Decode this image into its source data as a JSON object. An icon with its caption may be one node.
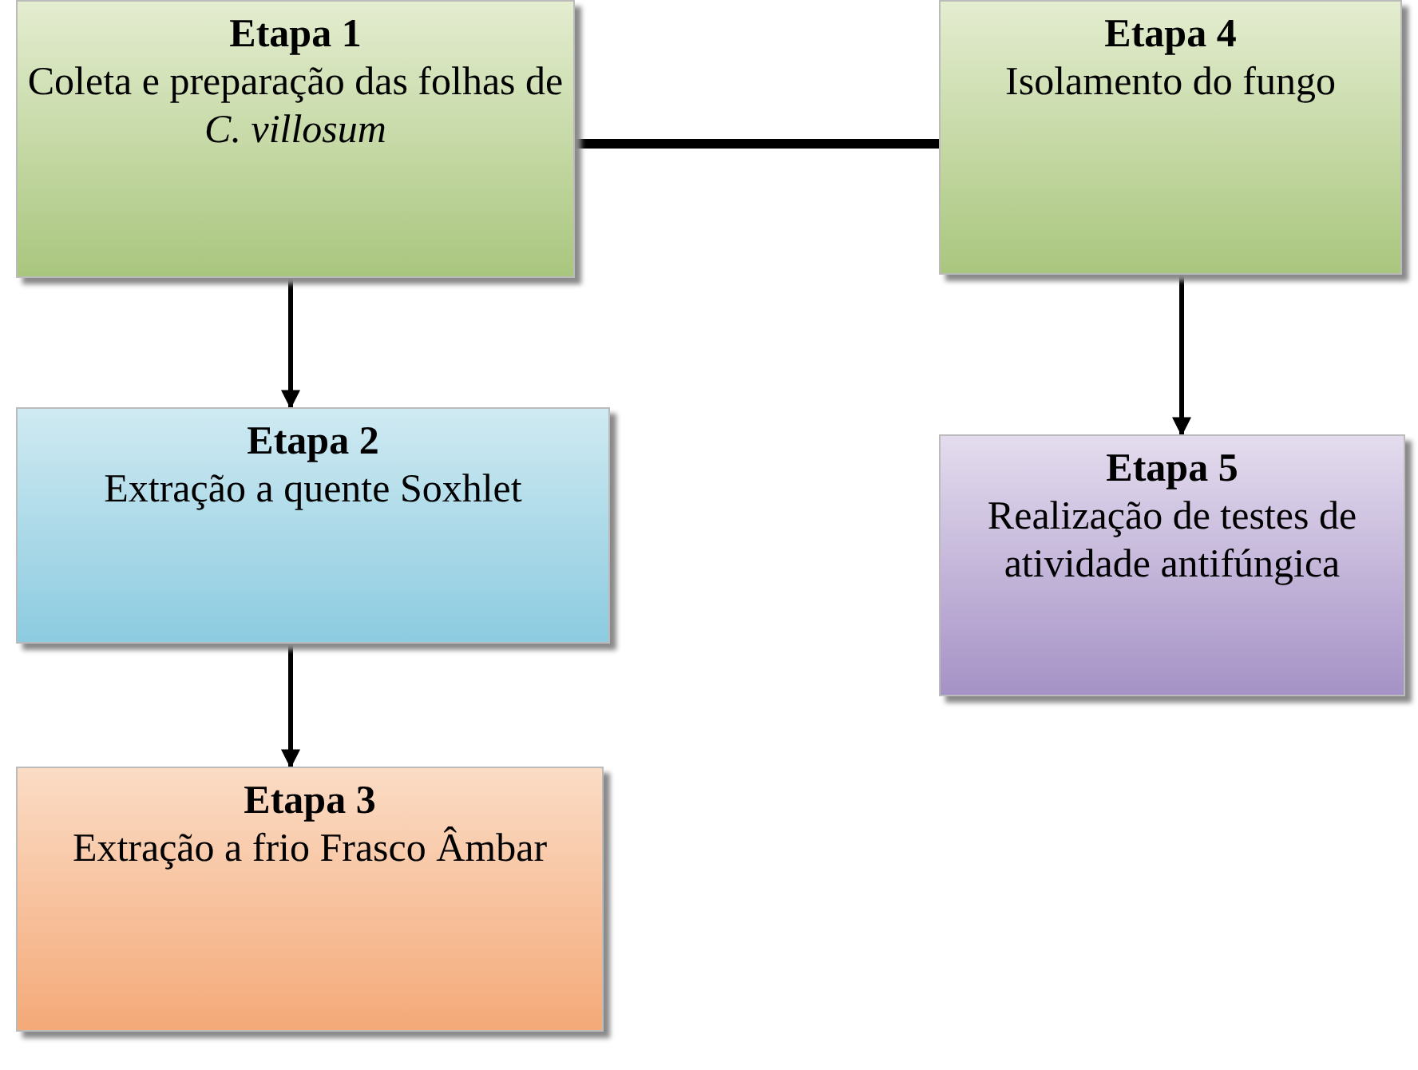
{
  "diagram": {
    "nodes": [
      {
        "text": [
          "Etapa 1",
          "Coleta e preparação das folhas de *C. villosum*"
        ]
      },
      {
        "text": [
          "Etapa 2",
          "Extração a quente Soxhlet"
        ]
      },
      {
        "text": [
          "Etapa 3",
          "Extração a frio Frasco Âmbar"
        ]
      },
      {
        "text": [
          "Etapa 4",
          "Isolamento do fungo"
        ]
      },
      {
        "text": [
          "Etapa 5",
          "Realização de testes de atividade antifúngica"
        ]
      }
    ],
    "edges": [
      {
        "from": 0,
        "to": 3,
        "arrow": "none",
        "style": "thick"
      },
      {
        "from": 0,
        "to": 1,
        "arrow": "to"
      },
      {
        "from": 1,
        "to": 2,
        "arrow": "to"
      },
      {
        "from": 3,
        "to": 4,
        "arrow": "to"
      }
    ]
  }
}
